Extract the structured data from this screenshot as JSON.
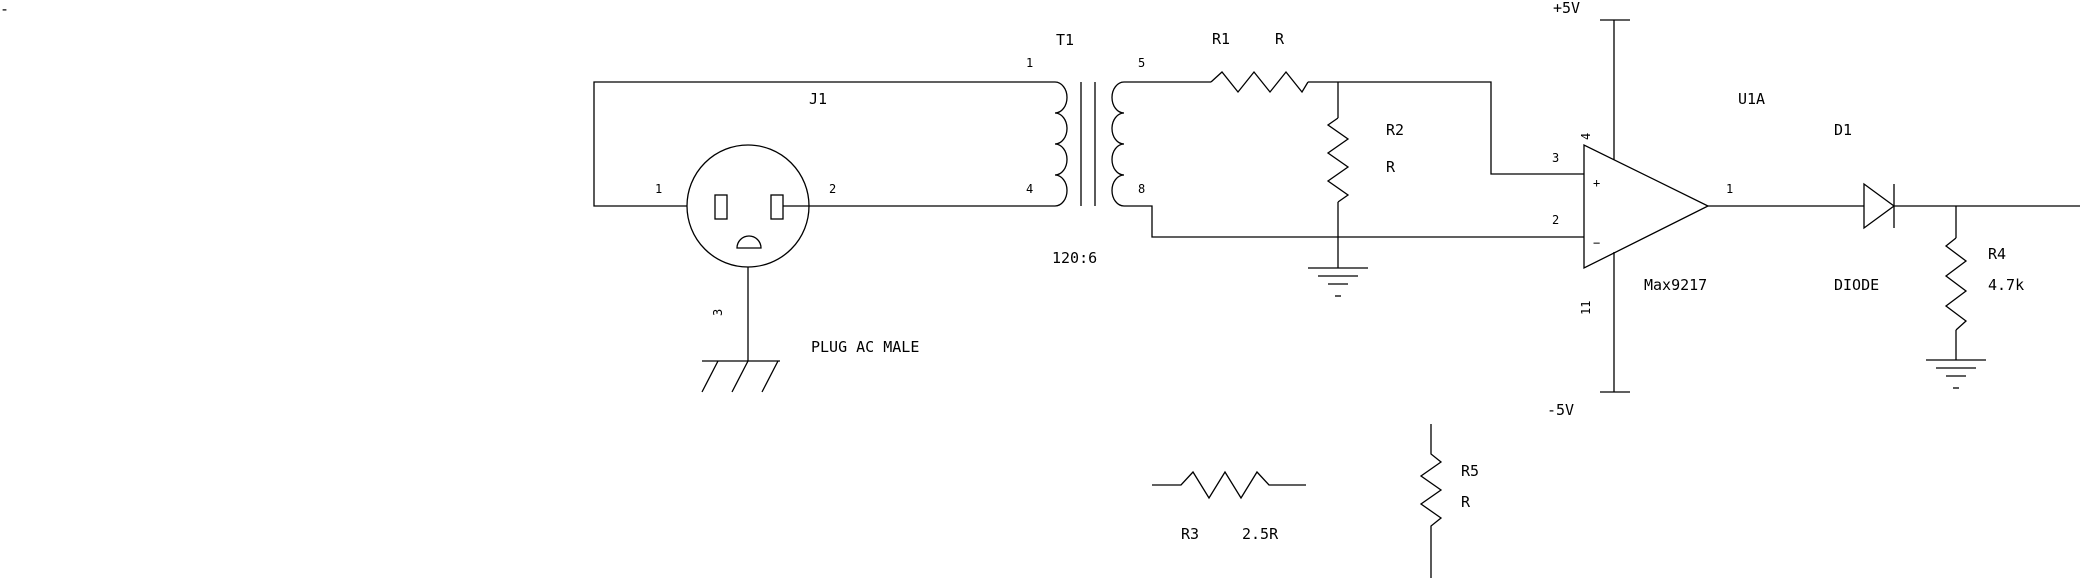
{
  "labels": {
    "corner_mark": "-",
    "j1_ref": "J1",
    "j1_pin1": "1",
    "j1_pin2": "2",
    "j1_pin3": "3",
    "j1_value": "PLUG AC MALE",
    "t1_ref": "T1",
    "t1_pin1": "1",
    "t1_pin4": "4",
    "t1_pin5": "5",
    "t1_pin8": "8",
    "t1_ratio": "120:6",
    "r1_ref": "R1",
    "r1_value": "R",
    "r2_ref": "R2",
    "r2_value": "R",
    "u1_ref": "U1A",
    "u1_pin4": "4",
    "u1_pin3": "3",
    "u1_pin2": "2",
    "u1_pin11": "11",
    "u1_pin1": "1",
    "u1_plus": "+",
    "u1_minus": "−",
    "u1_value": "Max9217",
    "pos_supply": "+5V",
    "neg_supply": "-5V",
    "d1_ref": "D1",
    "d1_value": "DIODE",
    "r4_ref": "R4",
    "r4_value": "4.7k",
    "r3_ref": "R3",
    "r3_value": "2.5R",
    "r5_ref": "R5",
    "r5_value": "R"
  },
  "colors": {
    "ink": "#000000",
    "background": "#ffffff"
  }
}
